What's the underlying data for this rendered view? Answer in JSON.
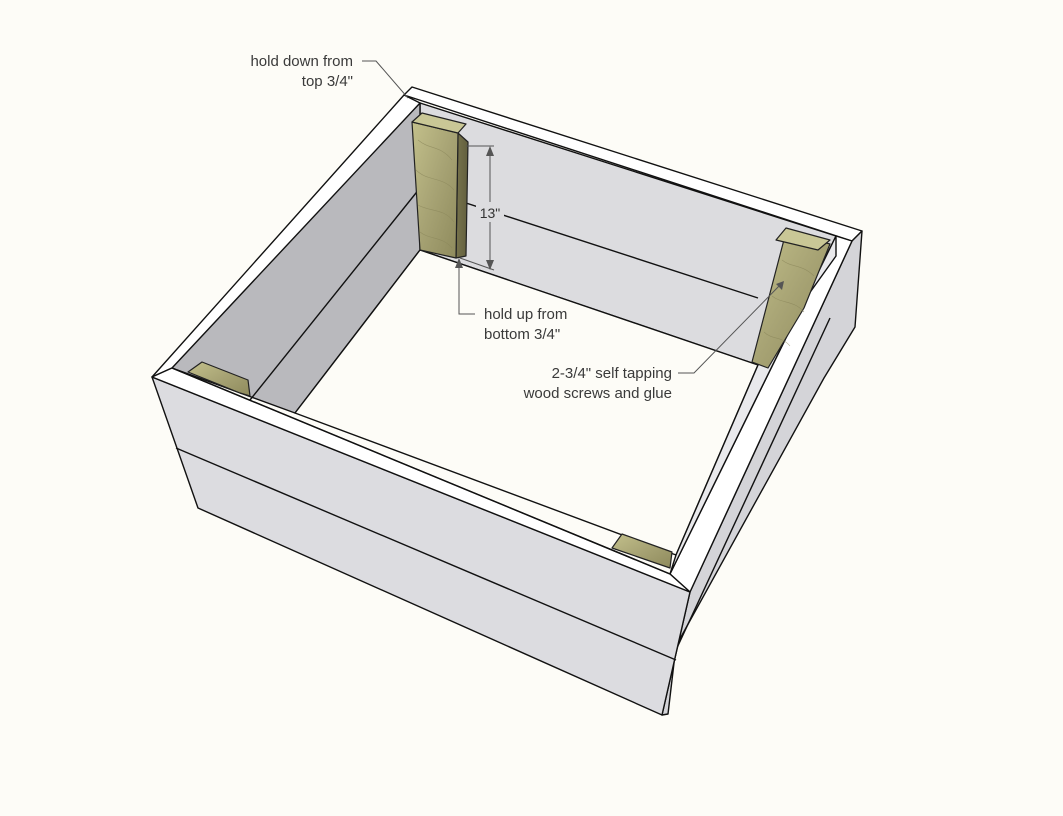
{
  "annotations": {
    "top_hold_line1": "hold down from",
    "top_hold_line2": "top 3/4\"",
    "dimension": "13\"",
    "bottom_hold_line1": "hold up from",
    "bottom_hold_line2": "bottom 3/4\"",
    "screws_line1": "2-3/4\" self tapping",
    "screws_line2": "wood screws and glue"
  },
  "colors": {
    "background": "#fdfcf7",
    "board_face": "#dddde1",
    "board_top": "#ffffff",
    "board_inner_shadow": "#c2c2c6",
    "wood_block": "#a9a678",
    "outline": "#111111"
  }
}
